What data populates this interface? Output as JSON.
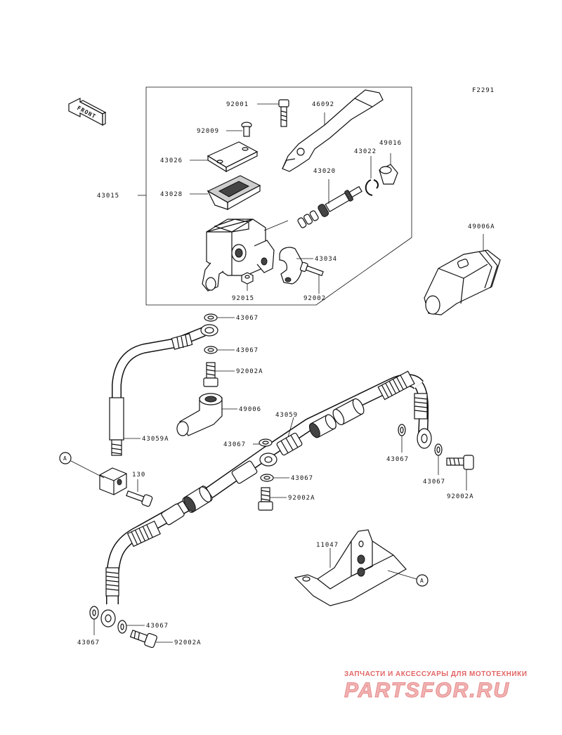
{
  "figure_code": "F2291",
  "front_label": "FRONT",
  "callouts": {
    "a_left": "A",
    "a_right": "A"
  },
  "parts": {
    "p92001": "92001",
    "p46092": "46092",
    "p92009": "92009",
    "p49016": "49016",
    "p43022": "43022",
    "p43026": "43026",
    "p43020": "43020",
    "p43015": "43015",
    "p43028": "43028",
    "p49006a": "49006A",
    "p43034": "43034",
    "p92015": "92015",
    "p92002": "92002",
    "p43067_1": "43067",
    "p43067_2": "43067",
    "p92002a_1": "92002A",
    "p49006": "49006",
    "p43059": "43059",
    "p43059a": "43059A",
    "p43067_3": "43067",
    "p43067_4": "43067",
    "p43067_5": "43067",
    "p130": "130",
    "p43067_6": "43067",
    "p92002a_2": "92002A",
    "p92002a_3": "92002A",
    "p11047": "11047",
    "p43067_7": "43067",
    "p43067_8": "43067",
    "p92002a_4": "92002A"
  },
  "watermark": {
    "tagline": "ЗАПЧАСТИ И АКСЕССУАРЫ ДЛЯ МОТОТЕХНИКИ",
    "brand": "PARTSFOR.RU"
  }
}
